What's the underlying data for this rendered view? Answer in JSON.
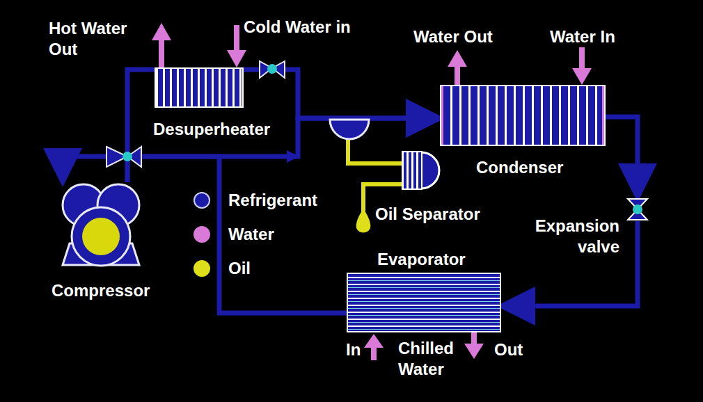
{
  "diagram": {
    "nodes": [
      {
        "text": [
          "Desuperheater"
        ]
      },
      {
        "text": [
          "Condenser"
        ]
      },
      {
        "text": [
          "Evaporator"
        ]
      },
      {
        "text": [
          "Compressor"
        ]
      },
      {
        "text": [
          "Oil Separator"
        ]
      },
      {
        "text": [
          "Expansion valve"
        ]
      }
    ],
    "edges": [
      {
        "from": 3,
        "to": 0,
        "arrow": "none"
      },
      {
        "from": 0,
        "to": 1,
        "arrow": "to"
      },
      {
        "from": 3,
        "to": 1,
        "arrow": "to"
      },
      {
        "from": 1,
        "to": 5,
        "arrow": "to"
      },
      {
        "from": 5,
        "to": 2,
        "arrow": "to"
      },
      {
        "from": 2,
        "to": 3,
        "arrow": "to"
      }
    ],
    "labels": [
      "Hot Water Out",
      "Cold Water in",
      "Water Out",
      "Water In",
      "In",
      "Chilled Water",
      "Out"
    ],
    "legend": [
      {
        "text": "Refrigerant",
        "color": "#1b1ba8"
      },
      {
        "text": "Water",
        "color": "#d97ad9"
      },
      {
        "text": "Oil",
        "color": "#dede1a"
      }
    ]
  }
}
